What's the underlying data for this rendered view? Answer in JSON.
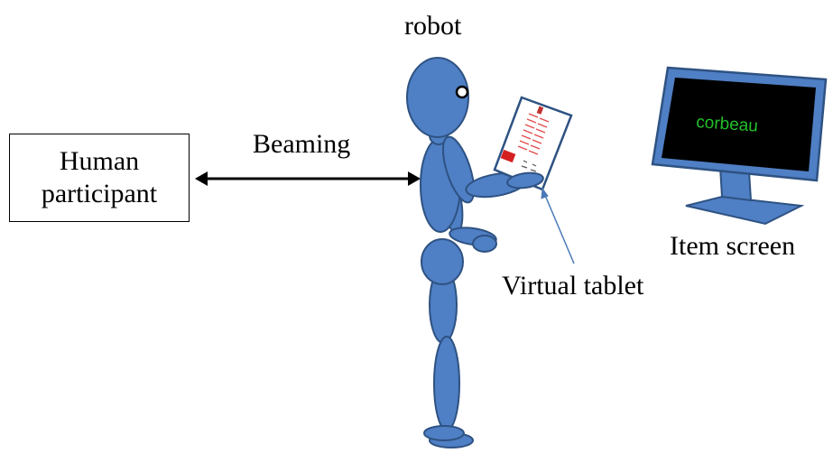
{
  "labels": {
    "robot": "robot",
    "human_line1": "Human",
    "human_line2": "participant",
    "beaming": "Beaming",
    "virtual_tablet": "Virtual tablet",
    "item_screen": "Item screen",
    "screen_word": "corbeau"
  },
  "colors": {
    "robot_fill": "#4f7fc4",
    "robot_stroke": "#2e5282",
    "screen_text": "#22c02a",
    "tablet_pointer": "#4a7bb8"
  }
}
